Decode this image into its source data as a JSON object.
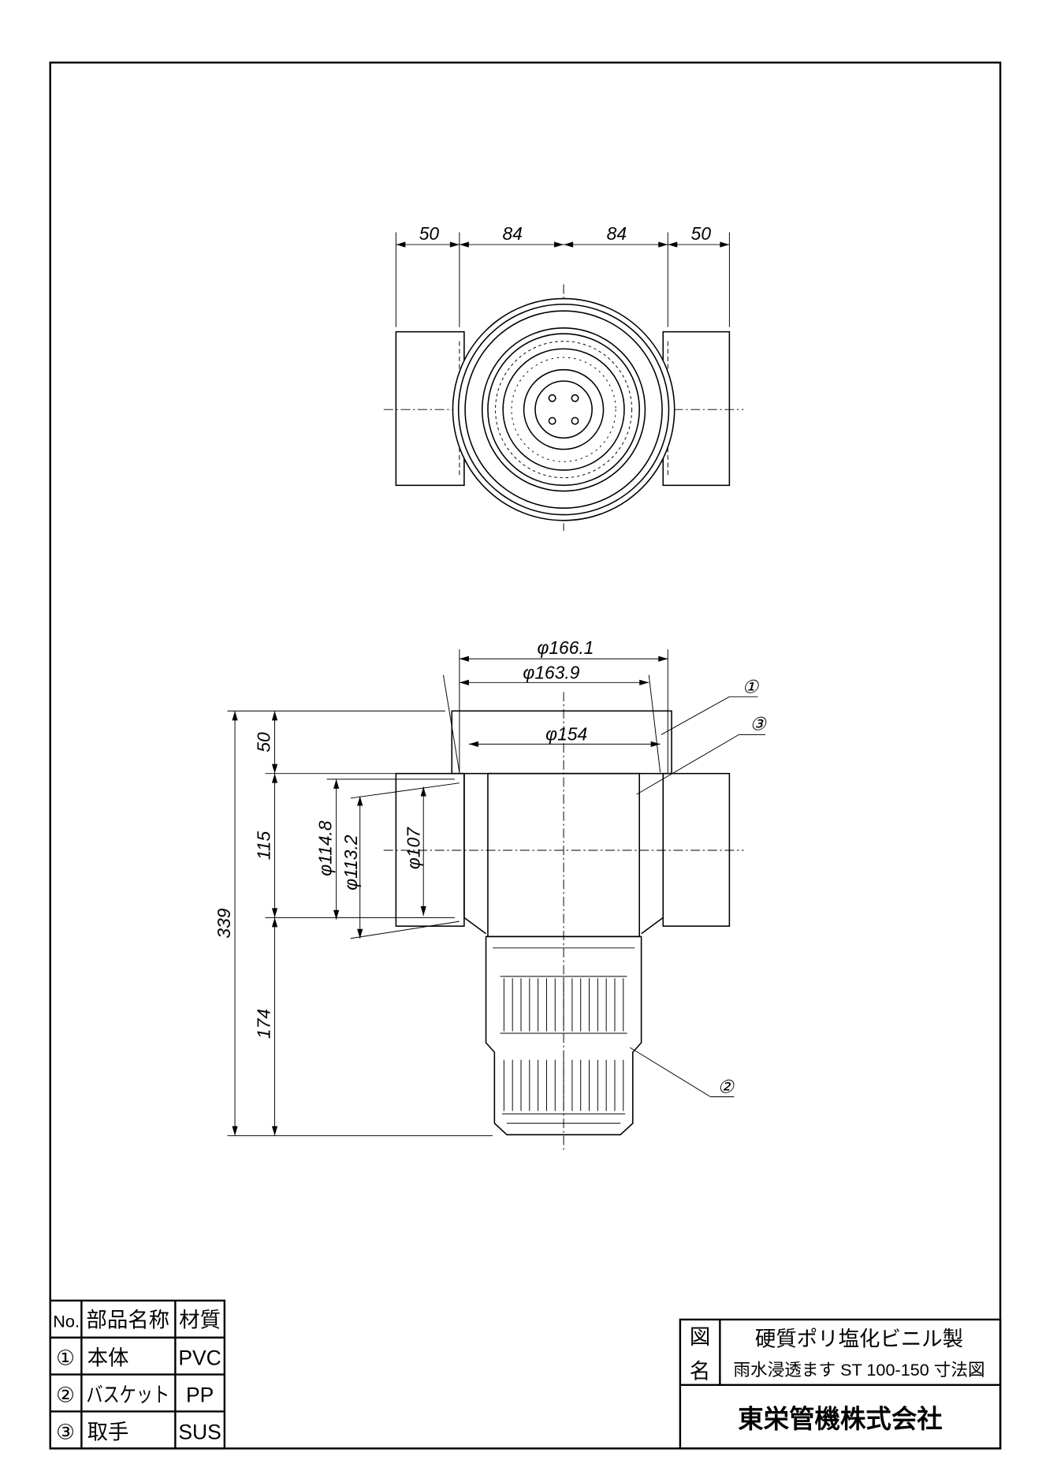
{
  "top_view": {
    "dims": [
      "50",
      "84",
      "84",
      "50"
    ]
  },
  "front_view": {
    "dims": {
      "d_outer": "φ166.1",
      "d_inner": "φ163.9",
      "d_basket": "φ154",
      "h_total": "339",
      "h_top": "50",
      "h_mid": "115",
      "h_bottom": "174",
      "d_pipe_outer": "φ114.8",
      "d_pipe_mid": "φ113.2",
      "d_pipe_inner": "φ107"
    },
    "balloons": [
      "①",
      "②",
      "③"
    ]
  },
  "parts_table": {
    "headers": [
      "No.",
      "部品名称",
      "材質"
    ],
    "rows": [
      {
        "no": "①",
        "name": "本体",
        "material": "PVC"
      },
      {
        "no": "②",
        "name": "バスケット",
        "material": "PP"
      },
      {
        "no": "③",
        "name": "取手",
        "material": "SUS"
      }
    ]
  },
  "title_block": {
    "label": [
      "図",
      "名"
    ],
    "title_line1": "硬質ポリ塩化ビニル製",
    "title_line2": "雨水浸透ます ST 100-150 寸法図",
    "company": "東栄管機株式会社"
  }
}
